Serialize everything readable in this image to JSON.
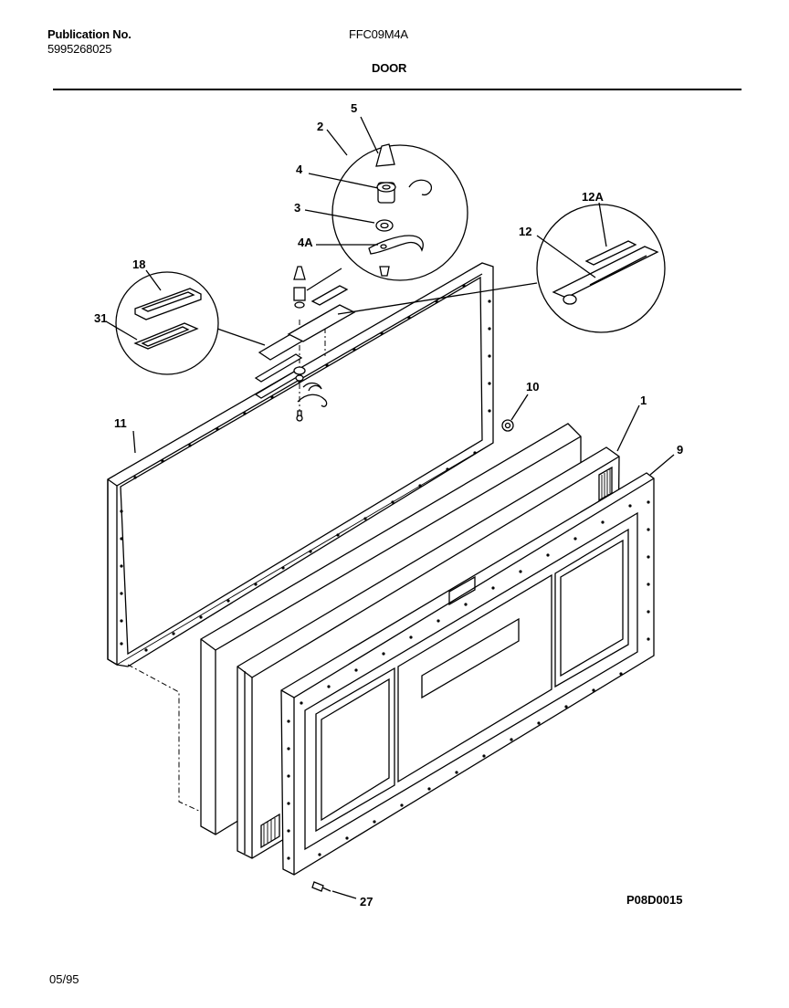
{
  "header": {
    "publication_label": "Publication No.",
    "publication_number": "5995268025",
    "model": "FFC09M4A",
    "section_title": "DOOR"
  },
  "callouts": {
    "c5": "5",
    "c2": "2",
    "c4": "4",
    "c3": "3",
    "c4a": "4A",
    "c12a": "12A",
    "c12": "12",
    "c18": "18",
    "c31": "31",
    "c10": "10",
    "c1": "1",
    "c9": "9",
    "c11": "11",
    "c27": "27"
  },
  "footer": {
    "drawing_code": "P08D0015",
    "date": "05/95"
  }
}
